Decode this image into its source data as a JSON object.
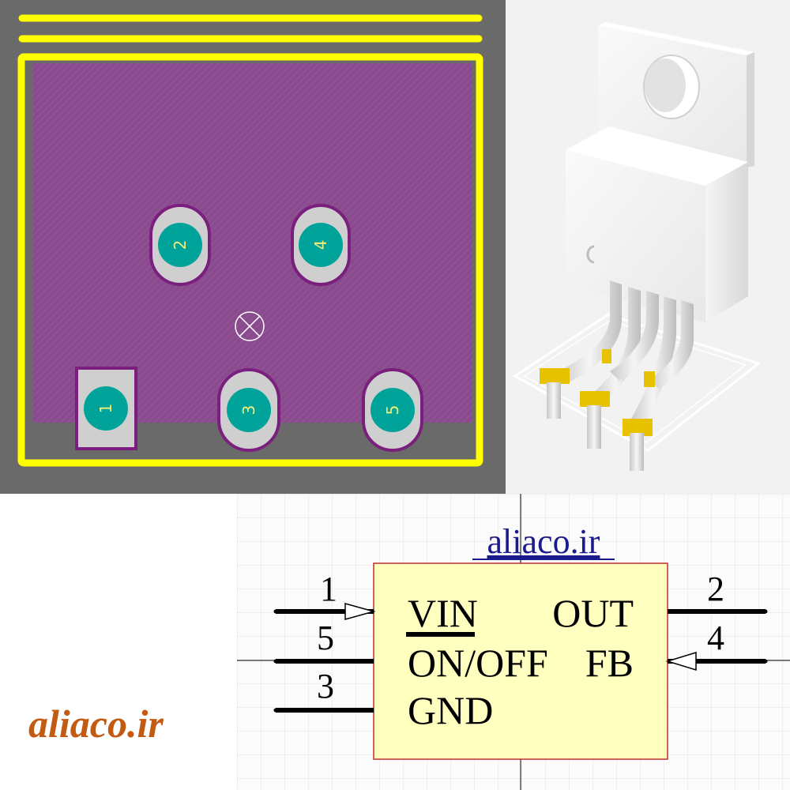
{
  "pcb": {
    "background": "#6b6a6a",
    "body_fill": "#8a4a8e",
    "silkscreen": "#ffff00",
    "pad_copper": "#00a39a",
    "pad_mask": "#cfcfcf",
    "pad_outline": "#7a1f7e",
    "pads": [
      {
        "number": "1",
        "shape": "rect"
      },
      {
        "number": "2",
        "shape": "oval"
      },
      {
        "number": "3",
        "shape": "oval"
      },
      {
        "number": "4",
        "shape": "oval"
      },
      {
        "number": "5",
        "shape": "oval"
      }
    ],
    "origin_marker_icon": "crosshair-icon"
  },
  "model3d": {
    "background": "#f2f2f2",
    "body_color": "#f5f5f5",
    "pin_tip_color": "#e6c200"
  },
  "schematic": {
    "watermark": "aliaco.ir",
    "body_fill": "#ffffc0",
    "body_outline": "#c03030",
    "left_pins": [
      {
        "number": "1",
        "name": "VIN",
        "direction": "input"
      },
      {
        "number": "5",
        "name": "ON/OFF",
        "direction": "none"
      },
      {
        "number": "3",
        "name": "GND",
        "direction": "none"
      }
    ],
    "right_pins": [
      {
        "number": "2",
        "name": "OUT",
        "direction": "none"
      },
      {
        "number": "4",
        "name": "FB",
        "direction": "input"
      }
    ]
  },
  "brand": {
    "text": "aliaco.ir",
    "color": "#c35a12"
  }
}
